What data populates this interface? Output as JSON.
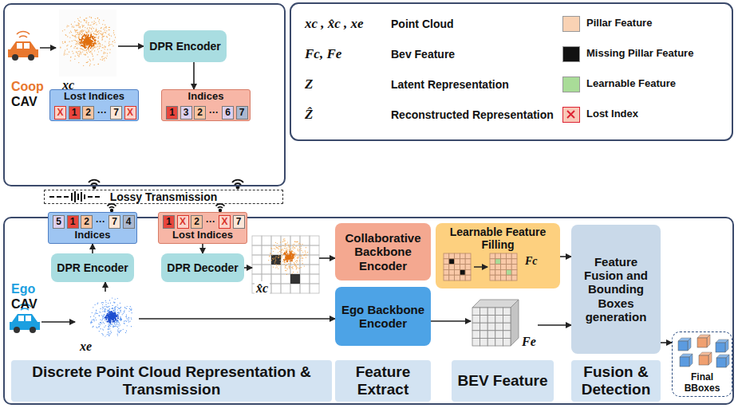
{
  "diagram": {
    "nodes": [
      {
        "text": [
          "Coop",
          "CAV"
        ]
      },
      {
        "text": [
          "xc"
        ],
        "in": 0
      },
      {
        "text": [
          "DPR Encoder"
        ],
        "in": 0
      },
      {
        "text": [
          "Lost Indices"
        ],
        "in": 0
      },
      {
        "text": [
          "X"
        ],
        "in": 3
      },
      {
        "text": [
          "1"
        ],
        "in": 3
      },
      {
        "text": [
          "2"
        ],
        "in": 3
      },
      {
        "text": [
          "···"
        ],
        "in": 3
      },
      {
        "text": [
          "7"
        ],
        "in": 3
      },
      {
        "text": [
          "X"
        ],
        "in": 3
      },
      {
        "text": [
          "Indices"
        ],
        "in": 0
      },
      {
        "text": [
          "1"
        ],
        "in": 10
      },
      {
        "text": [
          "3"
        ],
        "in": 10
      },
      {
        "text": [
          "2"
        ],
        "in": 10
      },
      {
        "text": [
          "···"
        ],
        "in": 10
      },
      {
        "text": [
          "6"
        ],
        "in": 10
      },
      {
        "text": [
          "7"
        ],
        "in": 10
      },
      {
        "text": [
          "Lossy Transmission"
        ]
      },
      {
        "text": [
          "Ego",
          "CAV"
        ]
      },
      {
        "text": [
          "Indices"
        ],
        "in": 18
      },
      {
        "text": [
          "5"
        ],
        "in": 19
      },
      {
        "text": [
          "1"
        ],
        "in": 19
      },
      {
        "text": [
          "2"
        ],
        "in": 19
      },
      {
        "text": [
          "···"
        ],
        "in": 19
      },
      {
        "text": [
          "7"
        ],
        "in": 19
      },
      {
        "text": [
          "4"
        ],
        "in": 19
      },
      {
        "text": [
          "Lost Indices"
        ],
        "in": 18
      },
      {
        "text": [
          "1"
        ],
        "in": 26
      },
      {
        "text": [
          "X"
        ],
        "in": 26
      },
      {
        "text": [
          "2"
        ],
        "in": 26
      },
      {
        "text": [
          "···"
        ],
        "in": 26
      },
      {
        "text": [
          "X"
        ],
        "in": 26
      },
      {
        "text": [
          "7"
        ],
        "in": 26
      },
      {
        "text": [
          "DPR Encoder"
        ],
        "in": 18
      },
      {
        "text": [
          "DPR Decoder"
        ],
        "in": 18
      },
      {
        "text": [
          "x̂c"
        ],
        "in": 18
      },
      {
        "text": [
          "Collaborative Backbone Encoder"
        ],
        "in": 18
      },
      {
        "text": [
          "Learnable Feature Filling",
          "Fc"
        ],
        "in": 18
      },
      {
        "text": [
          "Feature Fusion and Bounding Boxes generation"
        ],
        "in": 18
      },
      {
        "text": [
          "Final BBoxes"
        ],
        "in": 18
      },
      {
        "text": [
          "xe"
        ],
        "in": 18
      },
      {
        "text": [
          "Ego Backbone Encoder"
        ],
        "in": 18
      },
      {
        "text": [
          "Fe"
        ],
        "in": 18
      },
      {
        "text": [
          "Discrete Point Cloud Representation & Transmission"
        ],
        "in": 18
      },
      {
        "text": [
          "Feature Extract"
        ],
        "in": 18
      },
      {
        "text": [
          "BEV Feature"
        ],
        "in": 18
      },
      {
        "text": [
          "Fusion & Detection"
        ],
        "in": 18
      }
    ],
    "edges": [
      {
        "from": 1,
        "to": 2,
        "arrow": "to"
      },
      {
        "from": 2,
        "to": 10,
        "arrow": "to"
      },
      {
        "from": 33,
        "to": 19,
        "arrow": "to"
      },
      {
        "from": 26,
        "to": 34,
        "arrow": "to"
      },
      {
        "from": 34,
        "to": 35,
        "arrow": "to"
      },
      {
        "from": 35,
        "to": 36,
        "arrow": "to"
      },
      {
        "from": 37,
        "to": 38,
        "arrow": "to"
      },
      {
        "from": 40,
        "to": 33,
        "arrow": "to"
      },
      {
        "from": 40,
        "to": 41,
        "arrow": "to"
      },
      {
        "from": 41,
        "to": 42,
        "arrow": "to"
      },
      {
        "from": 42,
        "to": 38,
        "arrow": "to"
      },
      {
        "from": 38,
        "to": 39,
        "arrow": "to"
      }
    ],
    "labels": [
      "xc , x̂c , xe",
      "Point Cloud",
      "Fc, Fe",
      "Bev Feature",
      "Z",
      "Latent Representation",
      "Ẑ",
      "Reconstructed Representation"
    ],
    "legend": [
      {
        "text": "Pillar Feature",
        "color": "#f9d2b4"
      },
      {
        "text": "Missing Pillar Feature",
        "color": "#111111"
      },
      {
        "text": "Learnable Feature",
        "color": "#a9dc98"
      },
      {
        "text": "Lost Index"
      }
    ]
  }
}
